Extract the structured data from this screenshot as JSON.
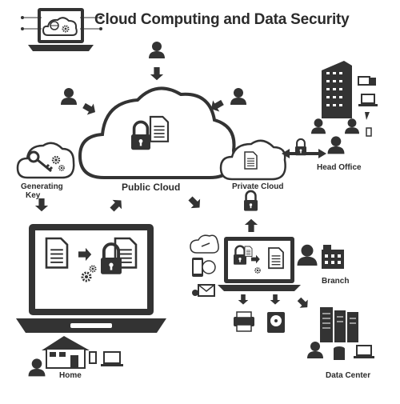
{
  "title": "Cloud Computing  and Data Security",
  "labels": {
    "public_cloud": "Public Cloud",
    "private_cloud": "Private Cloud",
    "generating_key_line1": "Generating",
    "generating_key_line2": "Key",
    "head_office": "Head Office",
    "branch": "Branch",
    "home": "Home",
    "data_center": "Data Center"
  },
  "colors": {
    "ink": "#333333",
    "text": "#2b2b2b",
    "background": "#ffffff"
  }
}
